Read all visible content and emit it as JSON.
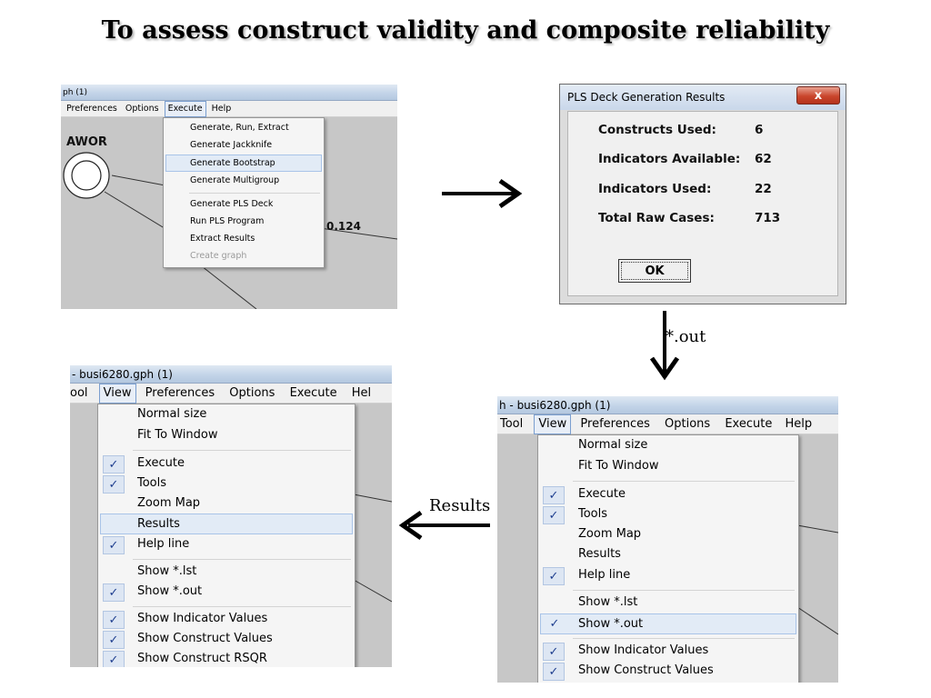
{
  "slide": {
    "title": "To assess construct validity and composite reliability"
  },
  "panel1": {
    "titlebar": "ph (1)",
    "menubar": [
      "Preferences",
      "Options",
      "Execute",
      "Help"
    ],
    "node_label": "AWOR",
    "path_value": "0.124",
    "menu_items": [
      "Generate, Run, Extract",
      "Generate Jackknife",
      "Generate Bootstrap",
      "Generate Multigroup",
      "Generate PLS Deck",
      "Run PLS Program",
      "Extract Results",
      "Create graph"
    ]
  },
  "dialog": {
    "title": "PLS Deck Generation Results",
    "close_label": "x",
    "rows": [
      {
        "label": "Constructs Used:",
        "value": "6"
      },
      {
        "label": "Indicators Available:",
        "value": "62"
      },
      {
        "label": "Indicators Used:",
        "value": "22"
      },
      {
        "label": "Total Raw Cases:",
        "value": "713"
      }
    ],
    "ok_label": "OK"
  },
  "arrows": {
    "out_label": "*.out",
    "results_label": "Results"
  },
  "panel_bl": {
    "titlebar": "- busi6280.gph (1)",
    "menubar": [
      "ool",
      "View",
      "Preferences",
      "Options",
      "Execute",
      "Hel"
    ],
    "menu_items": [
      "Normal size",
      "Fit To Window",
      "Execute",
      "Tools",
      "Zoom Map",
      "Results",
      "Help line",
      "Show *.lst",
      "Show *.out",
      "Show Indicator Values",
      "Show Construct Values",
      "Show Construct RSQR"
    ],
    "check_mark": "✓"
  },
  "panel_br": {
    "titlebar": "h - busi6280.gph (1)",
    "menubar": [
      "Tool",
      "View",
      "Preferences",
      "Options",
      "Execute",
      "Help"
    ],
    "menu_items": [
      "Normal size",
      "Fit To Window",
      "Execute",
      "Tools",
      "Zoom Map",
      "Results",
      "Help line",
      "Show *.lst",
      "Show *.out",
      "Show Indicator Values",
      "Show Construct Values"
    ],
    "check_mark": "✓"
  }
}
